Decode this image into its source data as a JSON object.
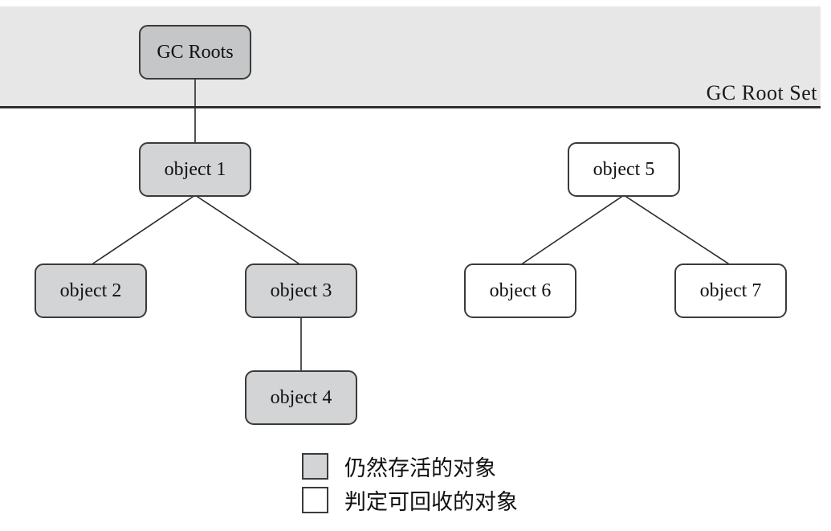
{
  "band": {
    "label": "GC Root Set"
  },
  "nodes": [
    {
      "id": "gc-roots",
      "label": "GC Roots",
      "status": "root"
    },
    {
      "id": "object-1",
      "label": "object 1",
      "status": "alive"
    },
    {
      "id": "object-2",
      "label": "object 2",
      "status": "alive"
    },
    {
      "id": "object-3",
      "label": "object 3",
      "status": "alive"
    },
    {
      "id": "object-4",
      "label": "object 4",
      "status": "alive"
    },
    {
      "id": "object-5",
      "label": "object 5",
      "status": "collectable"
    },
    {
      "id": "object-6",
      "label": "object 6",
      "status": "collectable"
    },
    {
      "id": "object-7",
      "label": "object 7",
      "status": "collectable"
    }
  ],
  "edges": [
    {
      "from": "gc-roots",
      "to": "object-1"
    },
    {
      "from": "object-1",
      "to": "object-2"
    },
    {
      "from": "object-1",
      "to": "object-3"
    },
    {
      "from": "object-3",
      "to": "object-4"
    },
    {
      "from": "object-5",
      "to": "object-6"
    },
    {
      "from": "object-5",
      "to": "object-7"
    }
  ],
  "legend": [
    {
      "swatch": "alive",
      "label": "仍然存活的对象"
    },
    {
      "swatch": "collectable",
      "label": "判定可回收的对象"
    }
  ],
  "colors": {
    "band_bg": "#e7e7e7",
    "root_fill": "#c5c6c8",
    "alive_fill": "#d3d4d6",
    "collectable_fill": "#ffffff",
    "border": "#3b3b3b",
    "line": "#2a2a2a"
  }
}
